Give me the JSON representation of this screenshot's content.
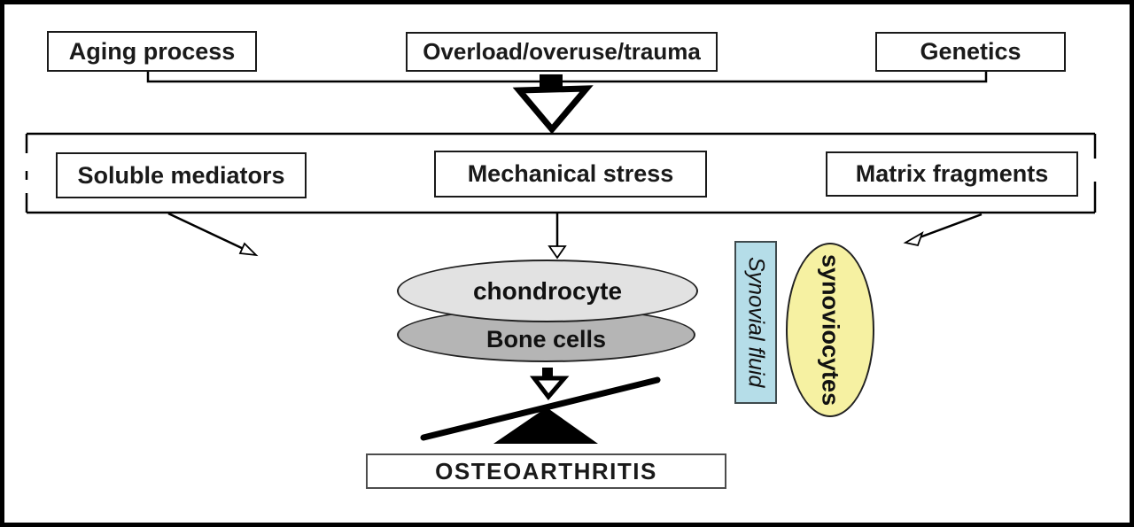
{
  "title": "Osteoarthritis pathogenesis diagram",
  "colors": {
    "background": "#ffffff",
    "frame_border": "#000000",
    "chondrocyte_fill": "#e2e2e2",
    "bone_cells_fill": "#b5b5b5",
    "synovial_fluid_fill": "#b5dde8",
    "synoviocytes_fill": "#f6f1a2"
  },
  "top_row": {
    "aging": "Aging process",
    "overload": "Overload/overuse/trauma",
    "genetics": "Genetics"
  },
  "mediators_row": {
    "soluble": "Soluble mediators",
    "mechanical": "Mechanical stress",
    "matrix": "Matrix fragments"
  },
  "cells": {
    "chondrocyte": "chondrocyte",
    "bone_cells": "Bone cells"
  },
  "side": {
    "synovial_fluid": "Synovial fluid",
    "synoviocytes": "synoviocytes"
  },
  "outcome": {
    "osteoarthritis": "OSTEOARTHRITIS"
  }
}
